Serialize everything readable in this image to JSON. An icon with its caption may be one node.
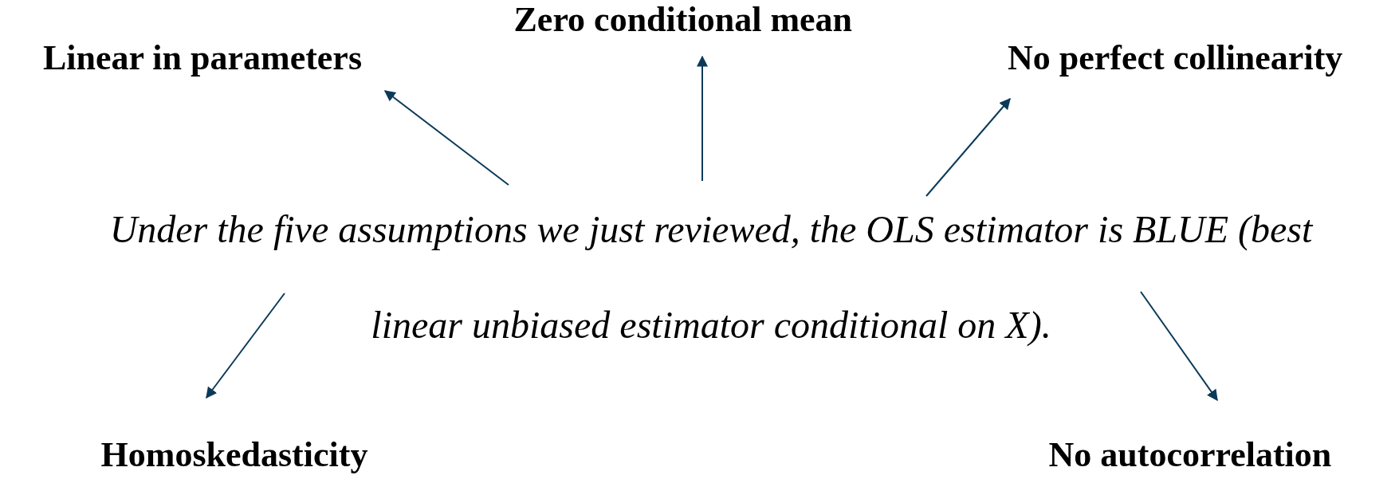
{
  "diagram": {
    "nodes": [
      {
        "text": [
          "Under the five assumptions we just reviewed, the OLS estimator is BLUE (best linear unbiased estimator conditional on X)."
        ]
      },
      {
        "text": [
          "Linear in parameters"
        ]
      },
      {
        "text": [
          "Zero conditional mean"
        ]
      },
      {
        "text": [
          "No perfect collinearity"
        ]
      },
      {
        "text": [
          "Homoskedasticity"
        ]
      },
      {
        "text": [
          "No autocorrelation"
        ]
      }
    ],
    "edges": [
      {
        "from": 0,
        "to": 1,
        "arrow": "to"
      },
      {
        "from": 0,
        "to": 2,
        "arrow": "to"
      },
      {
        "from": 0,
        "to": 3,
        "arrow": "to"
      },
      {
        "from": 0,
        "to": 4,
        "arrow": "to"
      },
      {
        "from": 0,
        "to": 5,
        "arrow": "to"
      }
    ]
  }
}
